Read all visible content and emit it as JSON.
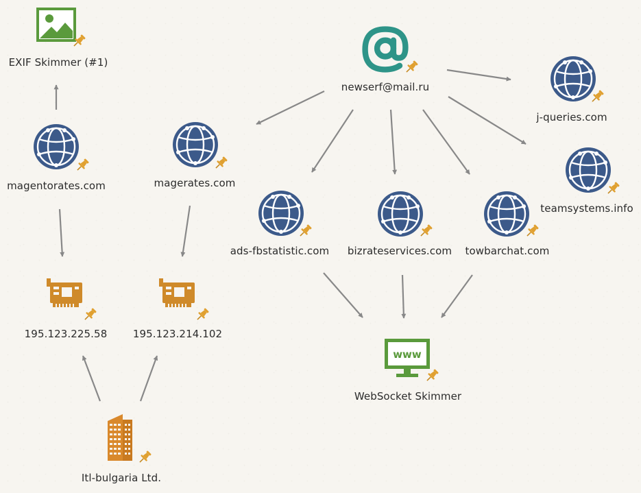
{
  "colors": {
    "background": "#f7f5f0",
    "globe": "#3c5a8a",
    "email": "#2e9488",
    "ip": "#cf8a2a",
    "organization": "#d9892c",
    "image": "#5a9a3c",
    "website": "#5a9a3c",
    "pin": "#e0a030",
    "edge": "#888888"
  },
  "nodes": {
    "exif_skimmer": {
      "label": "EXIF Skimmer (#1)",
      "icon": "image-icon"
    },
    "email": {
      "label": "newserf@mail.ru",
      "icon": "at-sign-icon"
    },
    "magentorates": {
      "label": "magentorates.com",
      "icon": "globe-icon"
    },
    "magerates": {
      "label": "magerates.com",
      "icon": "globe-icon"
    },
    "jqueries": {
      "label": "j-queries.com",
      "icon": "globe-icon"
    },
    "teamsystems": {
      "label": "teamsystems.info",
      "icon": "globe-icon"
    },
    "adsfb": {
      "label": "ads-fbstatistic.com",
      "icon": "globe-icon"
    },
    "bizrate": {
      "label": "bizrateservices.com",
      "icon": "globe-icon"
    },
    "towbar": {
      "label": "towbarchat.com",
      "icon": "globe-icon"
    },
    "ip1": {
      "label": "195.123.225.58",
      "icon": "network-card-icon"
    },
    "ip2": {
      "label": "195.123.214.102",
      "icon": "network-card-icon"
    },
    "websocket": {
      "label": "WebSocket Skimmer",
      "icon": "website-icon",
      "screen_text": "www"
    },
    "itl": {
      "label": "Itl-bulgaria Ltd.",
      "icon": "building-icon"
    }
  }
}
